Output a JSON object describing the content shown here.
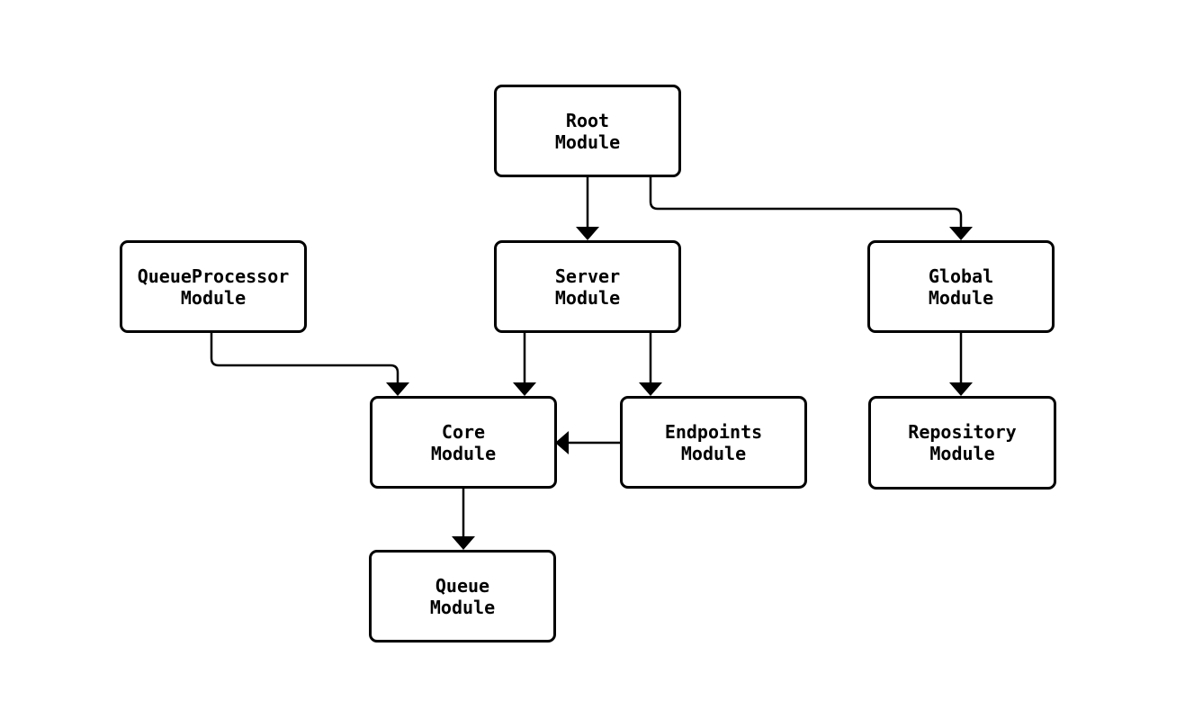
{
  "diagram": {
    "type": "flowchart",
    "direction": "top-down",
    "background_color": "#ffffff",
    "node_fill_color": "#ffffff",
    "node_border_color": "#000000",
    "edge_color": "#000000",
    "text_color": "#000000",
    "nodes": [
      {
        "id": "root",
        "label": "Root\nModule"
      },
      {
        "id": "queueprocessor",
        "label": "QueueProcessor\nModule"
      },
      {
        "id": "server",
        "label": "Server\nModule"
      },
      {
        "id": "global",
        "label": "Global\nModule"
      },
      {
        "id": "core",
        "label": "Core\nModule"
      },
      {
        "id": "endpoints",
        "label": "Endpoints\nModule"
      },
      {
        "id": "repository",
        "label": "Repository\nModule"
      },
      {
        "id": "queue",
        "label": "Queue\nModule"
      }
    ],
    "edges": [
      {
        "from": "root",
        "to": "server"
      },
      {
        "from": "root",
        "to": "global"
      },
      {
        "from": "queueprocessor",
        "to": "core"
      },
      {
        "from": "server",
        "to": "core"
      },
      {
        "from": "server",
        "to": "endpoints"
      },
      {
        "from": "endpoints",
        "to": "core"
      },
      {
        "from": "global",
        "to": "repository"
      },
      {
        "from": "core",
        "to": "queue"
      }
    ]
  }
}
